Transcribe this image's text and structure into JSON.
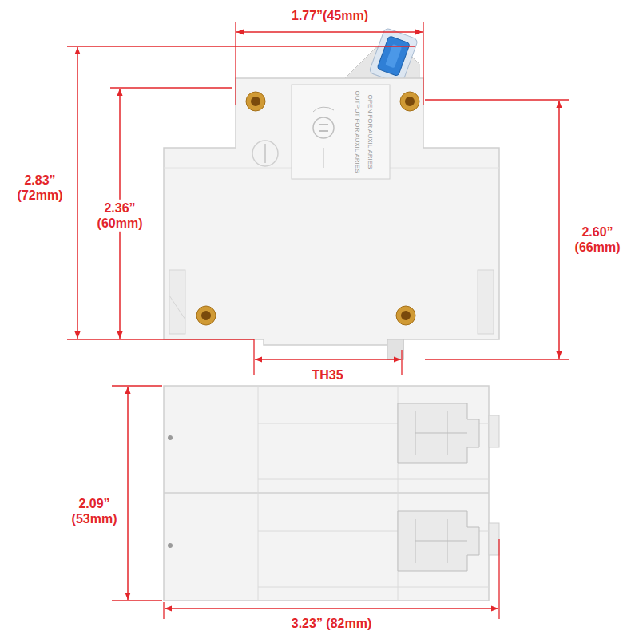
{
  "diagram": {
    "labels": [
      "1.77”(45mm)",
      "OUTPUT FOR AUXILIARIES",
      "OPEN FOR AUXILIARIES",
      "2.83” (72mm)",
      "2.36” (60mm)",
      "2.60” (66mm)",
      "TH35",
      "2.09” (53mm)",
      "3.23” (82mm)"
    ]
  }
}
